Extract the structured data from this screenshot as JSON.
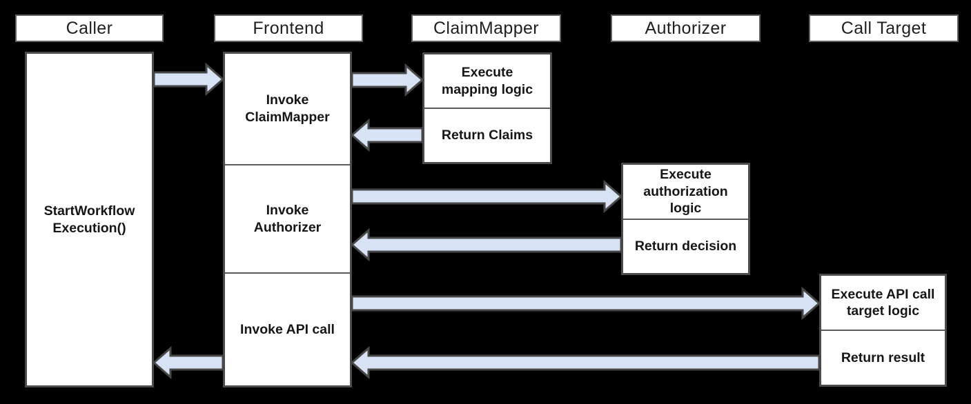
{
  "colors": {
    "background": "#000000",
    "box_fill": "#ffffff",
    "box_border": "#4c4c4c",
    "divider": "#5a5a5a",
    "header_border": "#606060",
    "arrow_fill": "#d7e3f4",
    "arrow_outline": "#474747",
    "text": "#161616"
  },
  "headers": {
    "caller": "Caller",
    "frontend": "Frontend",
    "claim_mapper": "ClaimMapper",
    "authorizer": "Authorizer",
    "call_target": "Call Target"
  },
  "boxes": {
    "start_workflow": "StartWorkflow\nExecution()",
    "invoke_claim_mapper": "Invoke\nClaimMapper",
    "invoke_authorizer": "Invoke\nAuthorizer",
    "invoke_api_call": "Invoke API call",
    "execute_mapping_logic": "Execute\nmapping logic",
    "return_claims": "Return Claims",
    "execute_authorization_logic": "Execute\nauthorization\nlogic",
    "return_decision": "Return decision",
    "execute_api_call_target_logic": "Execute API call\ntarget logic",
    "return_result": "Return result"
  },
  "arrows": [
    {
      "from": "Caller",
      "to": "Frontend",
      "direction": "right"
    },
    {
      "from": "Frontend",
      "to": "ClaimMapper",
      "direction": "right"
    },
    {
      "from": "ClaimMapper",
      "to": "Frontend",
      "direction": "left"
    },
    {
      "from": "Frontend",
      "to": "Authorizer",
      "direction": "right"
    },
    {
      "from": "Authorizer",
      "to": "Frontend",
      "direction": "left"
    },
    {
      "from": "Frontend",
      "to": "Call Target",
      "direction": "right"
    },
    {
      "from": "Call Target",
      "to": "Frontend",
      "direction": "left"
    },
    {
      "from": "Frontend",
      "to": "Caller",
      "direction": "left"
    }
  ]
}
